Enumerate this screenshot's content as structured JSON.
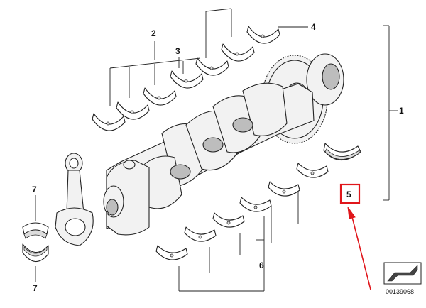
{
  "diagram": {
    "callouts": {
      "c1": "1",
      "c2": "2",
      "c3": "3",
      "c4": "4",
      "c5": "5",
      "c6": "6",
      "c7_top": "7",
      "c7_bottom": "7"
    },
    "part_number": "00139068",
    "colors": {
      "highlight": "#e0161b",
      "line": "#222222"
    }
  }
}
